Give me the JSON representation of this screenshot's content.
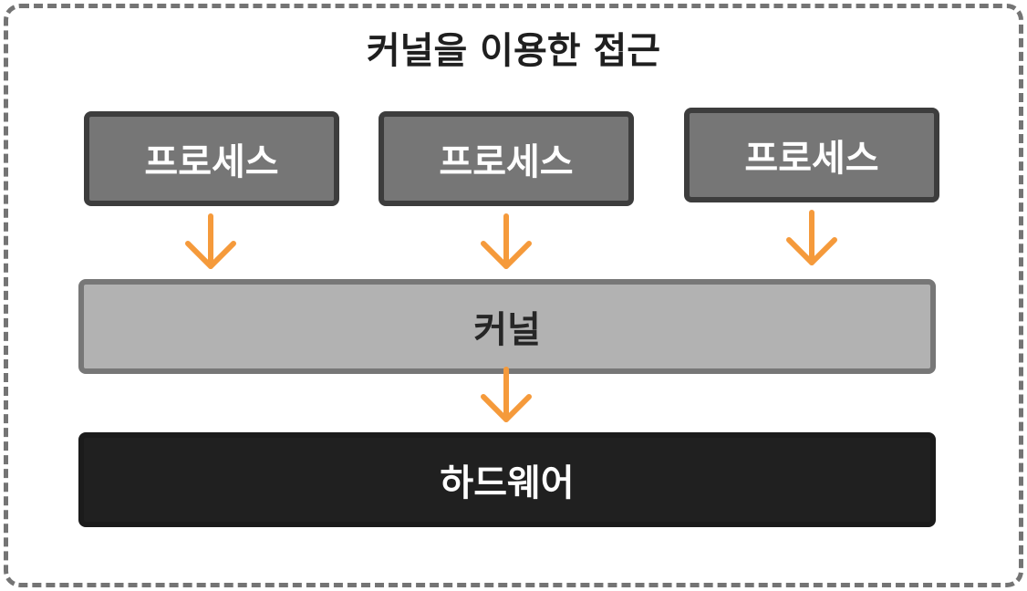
{
  "diagram": {
    "title": "커널을 이용한 접근",
    "processes": [
      {
        "label": "프로세스"
      },
      {
        "label": "프로세스"
      },
      {
        "label": "프로세스"
      }
    ],
    "kernel": {
      "label": "커널"
    },
    "hardware": {
      "label": "하드웨어"
    }
  },
  "colors": {
    "frame_border": "#747474",
    "process_fill": "#767676",
    "process_border": "#3d3d3d",
    "kernel_fill": "#b2b2b2",
    "kernel_border": "#777777",
    "hardware_fill": "#202020",
    "arrow": "#f59a3b"
  }
}
